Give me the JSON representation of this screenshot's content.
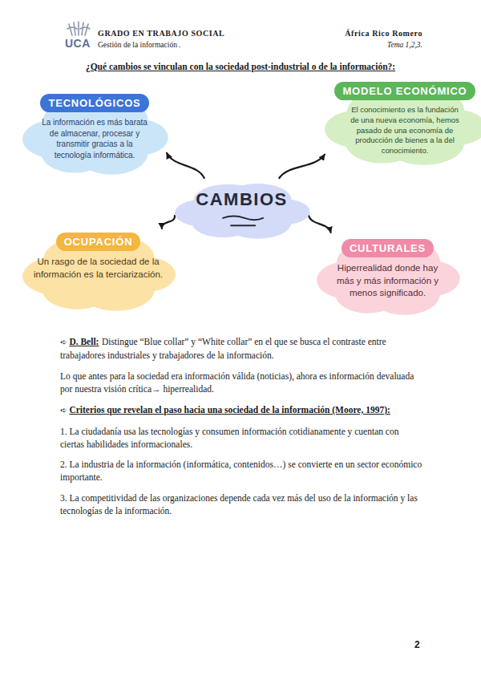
{
  "diagram": {
    "title": "¿Qué cambios se vinculan con la sociedad post-industrial o de la información?:",
    "nodes": [
      {
        "text": [
          "TECNOLÓGICOS",
          "La información es más barata de almacenar, procesar y transmitir gracias a la tecnología informática."
        ]
      },
      {
        "text": [
          "MODELO ECONÓMICO",
          "El conocimiento es la fundación de una nueva economía, hemos pasado de una economía de producción de bienes a la del conocimiento."
        ]
      },
      {
        "text": [
          "CAMBIOS"
        ]
      },
      {
        "text": [
          "OCUPACIÓN",
          "Un rasgo de la sociedad de la información es la terciarización."
        ]
      },
      {
        "text": [
          "CULTURALES",
          "Hiperrealidad donde hay más y más información y menos significado."
        ]
      }
    ],
    "edges": [
      {
        "from": 2,
        "to": 0,
        "arrow": "to"
      },
      {
        "from": 2,
        "to": 1,
        "arrow": "to"
      },
      {
        "from": 2,
        "to": 3,
        "arrow": "to"
      },
      {
        "from": 2,
        "to": 4,
        "arrow": "to"
      }
    ],
    "labels": [
      "UCA",
      "GRADO EN TRABAJO SOCIAL",
      "Gestión de la información .",
      "África Rico Romero",
      "Tema 1,2,3.",
      "➪",
      "D. Bell:",
      "Distingue “Blue collar” y “White collar” en el que se busca el contraste entre trabajadores industriales y trabajadores de la información.",
      "Lo que antes para la sociedad era información válida (noticias), ahora es información devaluada por nuestra visión crítica→ hiperrealidad.",
      "➪",
      "Criterios que revelan el paso hacia una sociedad de la información (Moore, 1997):",
      "1. La ciudadanía usa las tecnologías y consumen información cotidianamente y cuentan con ciertas habilidades informacionales.",
      "2. La industria de la información (informática, contenidos…) se convierte en un sector económico importante.",
      "3. La competitividad de las organizaciones depende cada vez más del uso de la información y las tecnologías de la información.",
      "2"
    ]
  }
}
